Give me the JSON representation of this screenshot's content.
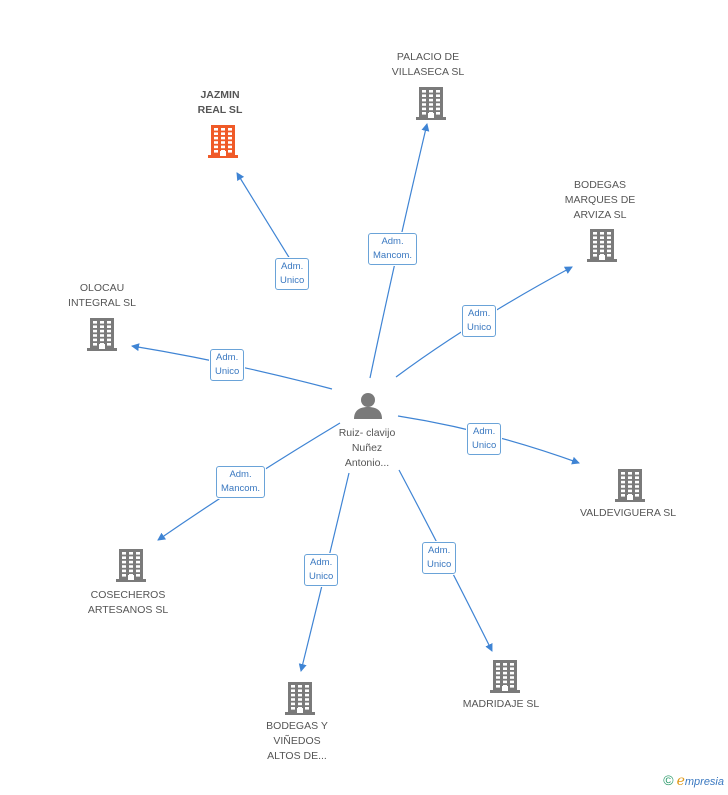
{
  "center": {
    "name": "Ruiz- clavijo\nNuñez\nAntonio..."
  },
  "colors": {
    "edge": "#3f84d4",
    "building": "#7a7a7a",
    "highlight": "#f05a28",
    "badge_border": "#6aa3d8",
    "badge_text": "#3a78c0"
  },
  "nodes": [
    {
      "id": "jazmin",
      "label": "JAZMIN\nREAL SL",
      "role": "Adm.\nUnico",
      "highlight": true
    },
    {
      "id": "palacio",
      "label": "PALACIO DE\nVILLASECA SL",
      "role": "Adm.\nMancom.",
      "highlight": false
    },
    {
      "id": "bodegas-marques",
      "label": "BODEGAS\nMARQUES DE\nARVIZA SL",
      "role": "Adm.\nUnico",
      "highlight": false
    },
    {
      "id": "olocau",
      "label": "OLOCAU\nINTEGRAL SL",
      "role": "Adm.\nUnico",
      "highlight": false
    },
    {
      "id": "valdeviguera",
      "label": "VALDEVIGUERA SL",
      "role": "Adm.\nUnico",
      "highlight": false
    },
    {
      "id": "cosecheros",
      "label": "COSECHEROS\nARTESANOS SL",
      "role": "Adm.\nMancom.",
      "highlight": false
    },
    {
      "id": "bodegas-vinedos",
      "label": "BODEGAS Y\nVIÑEDOS\nALTOS DE...",
      "role": "Adm.\nUnico",
      "highlight": false
    },
    {
      "id": "madridaje",
      "label": "MADRIDAJE SL",
      "role": "Adm.\nUnico",
      "highlight": false
    }
  ],
  "footer": {
    "copyright": "©",
    "brand_e": "e",
    "brand_rest": "mpresia"
  }
}
